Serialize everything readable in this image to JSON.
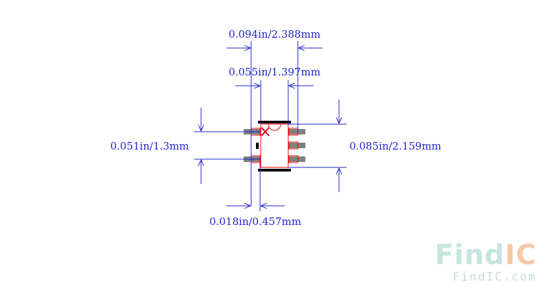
{
  "colors": {
    "dimension": "#2222cc",
    "outline": "#ff0000",
    "pin": "#808080",
    "silk": "#000000",
    "pin1_marker": "#cc0022",
    "logo_teal": "#c6e5de",
    "logo_orange": "#f5c9a8"
  },
  "dimensions": {
    "pin_span": "0.094in/2.388mm",
    "body_width": "0.055in/1.397mm",
    "pin_pitch": "0.051in/1.3mm",
    "body_length": "0.085in/2.159mm",
    "pin_width": "0.018in/0.457mm"
  },
  "watermark": {
    "brand_part1": "Find",
    "brand_part2": "IC",
    "url": "FindIC.com"
  }
}
